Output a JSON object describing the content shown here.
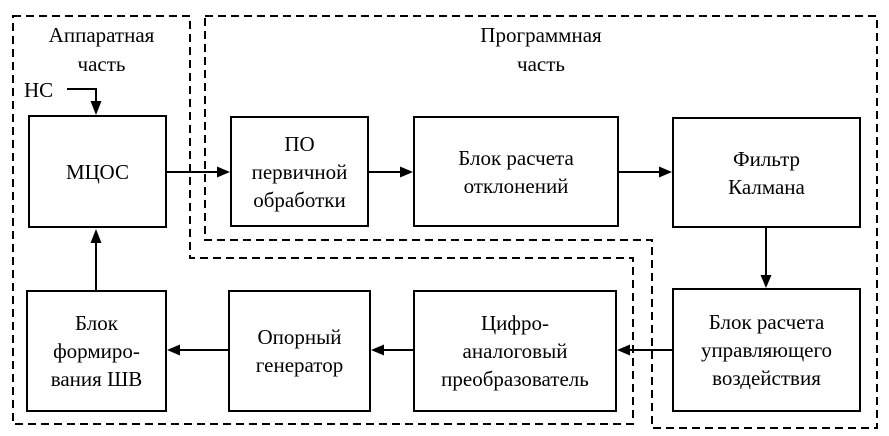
{
  "diagram": {
    "background_color": "#ffffff",
    "line_color": "#000000",
    "regions": {
      "hardware": {
        "label": "Аппаратная\nчасть"
      },
      "software": {
        "label": "Программная\nчасть"
      }
    },
    "input_label": "НС",
    "blocks": {
      "mcos": "МЦОС",
      "po": "ПО\nпервичной\nобработки",
      "deviation": "Блок расчета\nотклонений",
      "kalman": "Фильтр\nКалмана",
      "control": "Блок расчета\nуправляющего\nвоздействия",
      "dac": "Цифро-\nаналоговый\nпреобразователь",
      "oscillator": "Опорный\nгенератор",
      "shv": "Блок\nформиро-\nвания ШВ"
    }
  }
}
